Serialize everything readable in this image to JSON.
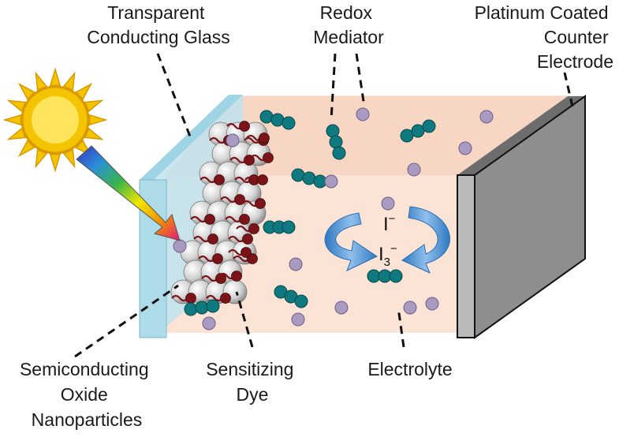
{
  "labels": {
    "transparent_glass": [
      "Transparent",
      "Conducting Glass"
    ],
    "redox_mediator": [
      "Redox",
      "Mediator"
    ],
    "counter_electrode": [
      "Platinum Coated",
      "Counter",
      "Electrode"
    ],
    "semiconducting": [
      "Semiconducting",
      "Oxide",
      "Nanoparticles"
    ],
    "sensitizing_dye": [
      "Sensitizing",
      "Dye"
    ],
    "electrolyte": "Electrolyte"
  },
  "ions": {
    "iodide": "I",
    "iodide_charge": "−",
    "triiodide": "I",
    "triiodide_sub": "3",
    "triiodide_charge": "−"
  },
  "colors": {
    "electrolyte": "#fbe3d6",
    "glass": "#aedbe8",
    "electrode": "#8e8e8e",
    "dye": "#7a1418",
    "mediator": "#0e7a80",
    "iodide": "#a99ac2",
    "arrow": "#4a8fcc",
    "sun": "#f5c400"
  },
  "icons": [
    "sun-icon",
    "light-ray-icon",
    "redox-cycle-arrow-icon"
  ]
}
